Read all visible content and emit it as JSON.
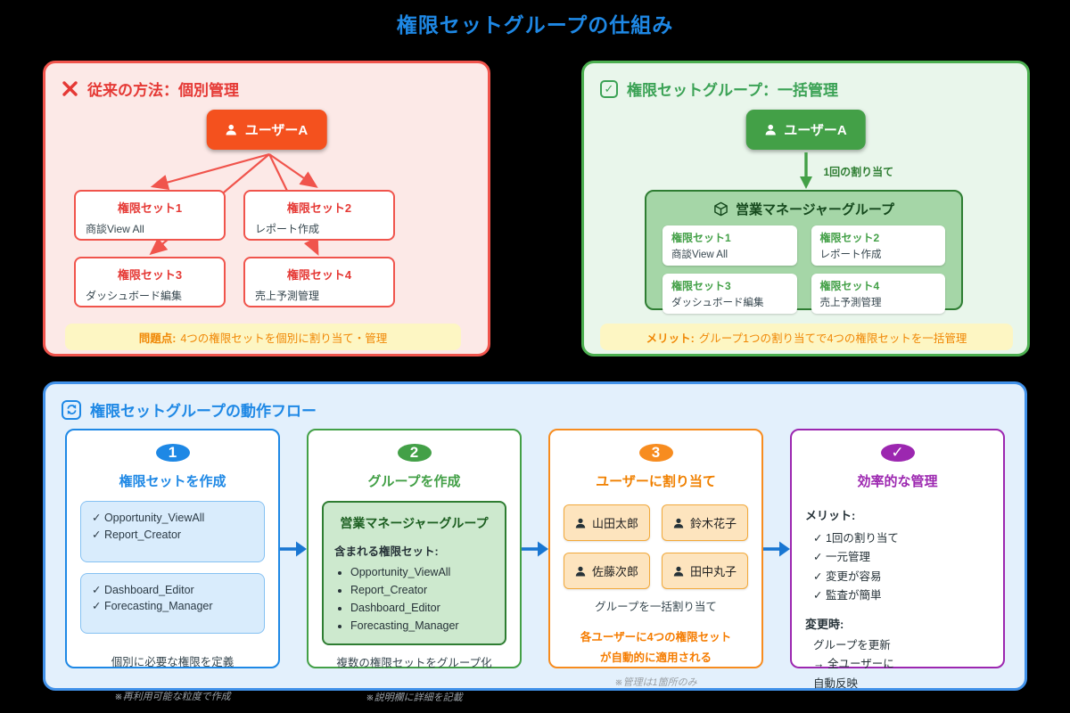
{
  "title": "権限セットグループの仕組み",
  "colors": {
    "title_blue": "#1E88E5",
    "red_accent": "#E53935",
    "red_border": "#F0544C",
    "orange_user_button": "#F4511E",
    "green_accent": "#43A047",
    "green_dark": "#1B5E20",
    "yellow_note_bg": "#FDF6C3",
    "note_text_orange": "#F08705",
    "flow_arrow_blue": "#1976D2",
    "step3_orange": "#F78C1F",
    "step4_purple": "#9C27B0"
  },
  "icons": {
    "left_header": "x-icon",
    "right_header": "checkbox-icon",
    "flow_header": "sync-icon",
    "group": "package-icon",
    "user": "person-icon"
  },
  "left": {
    "title": "従来の方法：個別管理",
    "user": "ユーザーA",
    "sets": [
      {
        "name": "権限セット1",
        "desc": "商談View All"
      },
      {
        "name": "権限セット2",
        "desc": "レポート作成"
      },
      {
        "name": "権限セット3",
        "desc": "ダッシュボード編集"
      },
      {
        "name": "権限セット4",
        "desc": "売上予測管理"
      }
    ],
    "note_label": "問題点:",
    "note_text": "4つの権限セットを個別に割り当て・管理"
  },
  "right": {
    "title": "権限セットグループ：一括管理",
    "user": "ユーザーA",
    "arrow_label": "1回の割り当て",
    "group_name": "営業マネージャーグループ",
    "sets": [
      {
        "name": "権限セット1",
        "desc": "商談View All"
      },
      {
        "name": "権限セット2",
        "desc": "レポート作成"
      },
      {
        "name": "権限セット3",
        "desc": "ダッシュボード編集"
      },
      {
        "name": "権限セット4",
        "desc": "売上予測管理"
      }
    ],
    "note_label": "メリット:",
    "note_text": "グループ1つの割り当てで4つの権限セットを一括管理"
  },
  "flow": {
    "title": "権限セットグループの動作フロー",
    "steps": [
      {
        "num": "1",
        "title": "権限セットを作成",
        "box1": [
          "✓ Opportunity_ViewAll",
          "✓ Report_Creator"
        ],
        "box2": [
          "✓ Dashboard_Editor",
          "✓ Forecasting_Manager"
        ],
        "caption": "個別に必要な権限を定義",
        "note": "※再利用可能な粒度で作成"
      },
      {
        "num": "2",
        "title": "グループを作成",
        "group_name": "営業マネージャーグループ",
        "list_label": "含まれる権限セット:",
        "items": [
          "Opportunity_ViewAll",
          "Report_Creator",
          "Dashboard_Editor",
          "Forecasting_Manager"
        ],
        "caption": "複数の権限セットをグループ化",
        "note": "※説明欄に詳細を記載"
      },
      {
        "num": "3",
        "title": "ユーザーに割り当て",
        "users": [
          "山田太郎",
          "鈴木花子",
          "佐藤次郎",
          "田中丸子"
        ],
        "caption": "グループを一括割り当て",
        "highlight1": "各ユーザーに4つの権限セット",
        "highlight2": "が自動的に適用される",
        "note": "※管理は1箇所のみ"
      },
      {
        "num": "✓",
        "title": "効率的な管理",
        "merit_label": "メリット:",
        "merits": [
          "✓ 1回の割り当て",
          "✓ 一元管理",
          "✓ 変更が容易",
          "✓ 監査が簡単"
        ],
        "change_label": "変更時:",
        "changes": [
          "グループを更新",
          "→ 全ユーザーに",
          "自動反映"
        ]
      }
    ]
  }
}
